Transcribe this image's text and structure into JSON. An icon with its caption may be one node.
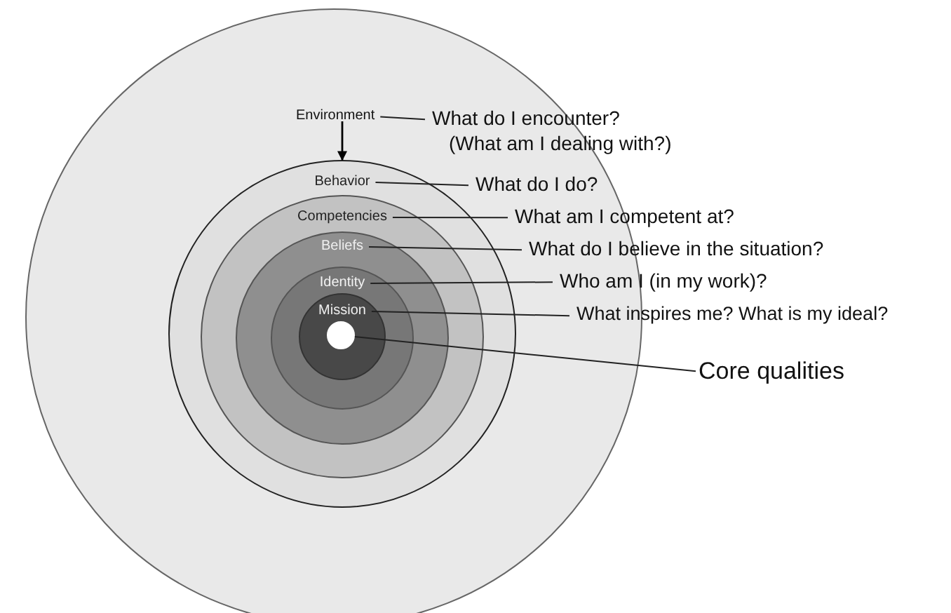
{
  "diagram": {
    "nodes": [
      {
        "text": [],
        "shape": "circle"
      },
      {
        "text": [
          "Environment"
        ],
        "in": 0
      },
      {
        "text": [
          "Behavior"
        ],
        "in": 0
      },
      {
        "text": [
          "Competencies"
        ],
        "in": 2
      },
      {
        "text": [
          "Beliefs"
        ],
        "in": 3
      },
      {
        "text": [
          "Identity"
        ],
        "in": 4
      },
      {
        "text": [
          "Mission"
        ],
        "in": 5
      },
      {
        "text": [],
        "shape": "circle",
        "in": 6
      },
      {
        "text": [
          "What do I encounter? (What am I dealing with?)"
        ]
      },
      {
        "text": [
          "What do I do?"
        ],
        "in": 0
      },
      {
        "text": [
          "What am I competent at?"
        ]
      },
      {
        "text": [
          "What do I believe in the situation?"
        ]
      },
      {
        "text": [
          "Who am I (in my work)?"
        ]
      },
      {
        "text": [
          "What inspires me? What is my ideal?"
        ]
      },
      {
        "text": [
          "Core qualities"
        ]
      }
    ],
    "edges": [
      {
        "from": 1,
        "to": 2,
        "arrow": "to"
      },
      {
        "from": 1,
        "to": 8,
        "arrow": "none"
      },
      {
        "from": 2,
        "to": 9,
        "arrow": "none"
      },
      {
        "from": 3,
        "to": 10,
        "arrow": "none"
      },
      {
        "from": 4,
        "to": 11,
        "arrow": "none"
      },
      {
        "from": 5,
        "to": 12,
        "arrow": "none"
      },
      {
        "from": 6,
        "to": 13,
        "arrow": "none"
      },
      {
        "from": 7,
        "to": 14,
        "arrow": "none"
      }
    ]
  }
}
